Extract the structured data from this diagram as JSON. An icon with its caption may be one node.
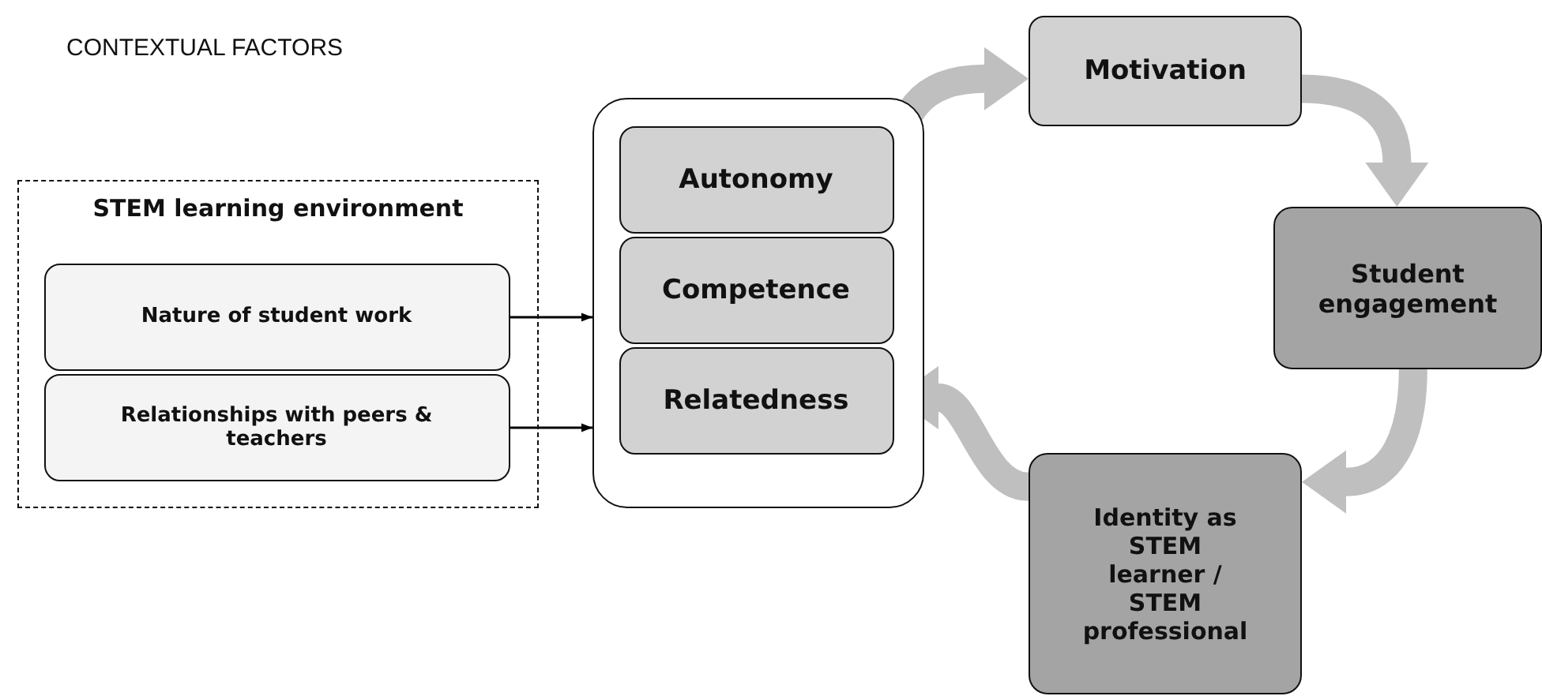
{
  "diagram": {
    "title": "CONTEXTUAL FACTORS",
    "nodes": [
      {
        "text": [
          "STEM learning environment"
        ]
      },
      {
        "text": [
          "Nature of student work"
        ],
        "in": 0
      },
      {
        "text": [
          "Relationships with peers & teachers"
        ],
        "in": 0
      },
      {
        "text": [],
        "shape": "box"
      },
      {
        "text": [
          "Autonomy"
        ],
        "in": 3
      },
      {
        "text": [
          "Competence"
        ],
        "in": 3
      },
      {
        "text": [
          "Relatedness"
        ],
        "in": 3
      },
      {
        "text": [
          "Motivation"
        ]
      },
      {
        "text": [
          "Student engagement"
        ]
      },
      {
        "text": [
          "Identity as STEM learner / STEM professional"
        ]
      }
    ],
    "edges": [
      {
        "from": 1,
        "to": 3,
        "arrow": "to",
        "color": "#000000"
      },
      {
        "from": 2,
        "to": 3,
        "arrow": "to",
        "color": "#000000"
      },
      {
        "from": 4,
        "to": 7,
        "arrow": "to",
        "color": "#bfbfbf"
      },
      {
        "from": 7,
        "to": 8,
        "arrow": "to",
        "color": "#bfbfbf"
      },
      {
        "from": 8,
        "to": 9,
        "arrow": "to",
        "color": "#bfbfbf"
      },
      {
        "from": 9,
        "to": 6,
        "arrow": "to",
        "color": "#bfbfbf"
      }
    ]
  }
}
